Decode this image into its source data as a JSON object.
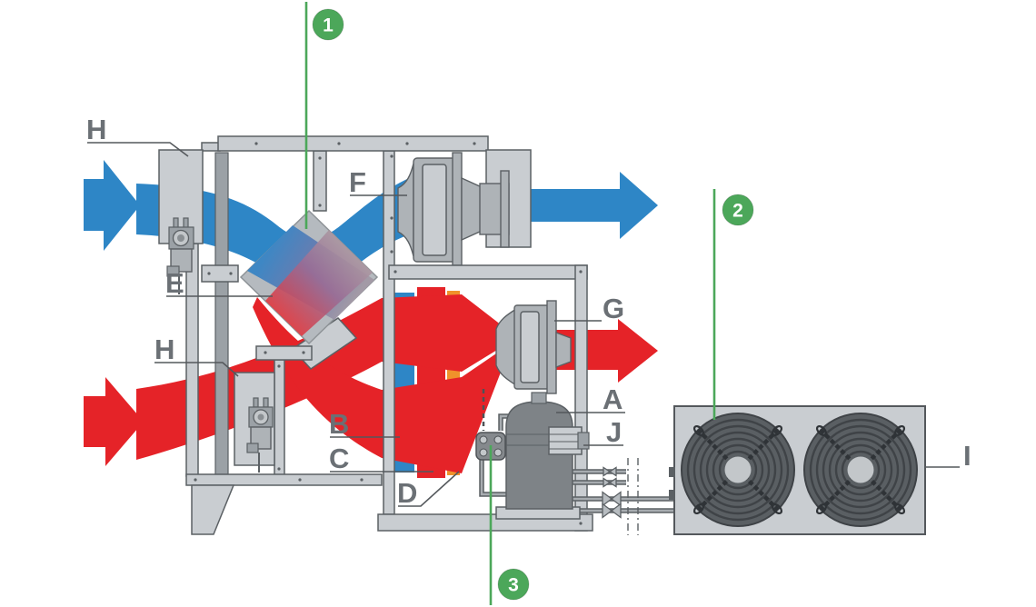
{
  "figure": {
    "type": "technical-diagram",
    "subject": "heat-recovery-air-handling-unit-with-heat-pump-and-outdoor-condenser"
  },
  "labels": {
    "damper_top": "H",
    "supply_fan": "F",
    "heat_exchanger": "E",
    "damper_bottom": "H",
    "coil_blue": "B",
    "coil_red": "C",
    "coil_orange": "D",
    "exhaust_fan": "G",
    "compressor": "A",
    "valve_block": "J",
    "outdoor_unit": "I"
  },
  "markers": {
    "m1": "1",
    "m2": "2",
    "m3": "3"
  },
  "colors": {
    "cold": "#2E86C6",
    "warm": "#E52328",
    "orange": "#F0922B",
    "green": "#4CA75A",
    "frame": "#C9CDD1",
    "frame_dark": "#9BA1A6",
    "metal": "#AEB3B7",
    "outline": "#5B6064",
    "label": "#6B7075",
    "grille": "#5A5F63",
    "compressor": "#7E8387"
  },
  "icons": {
    "flow_arrows": "block-arrow",
    "fan_grille": "concentric-rings-x-cross",
    "shutoff_valve": "bowtie",
    "marker_badge": "numbered-green-circle"
  }
}
